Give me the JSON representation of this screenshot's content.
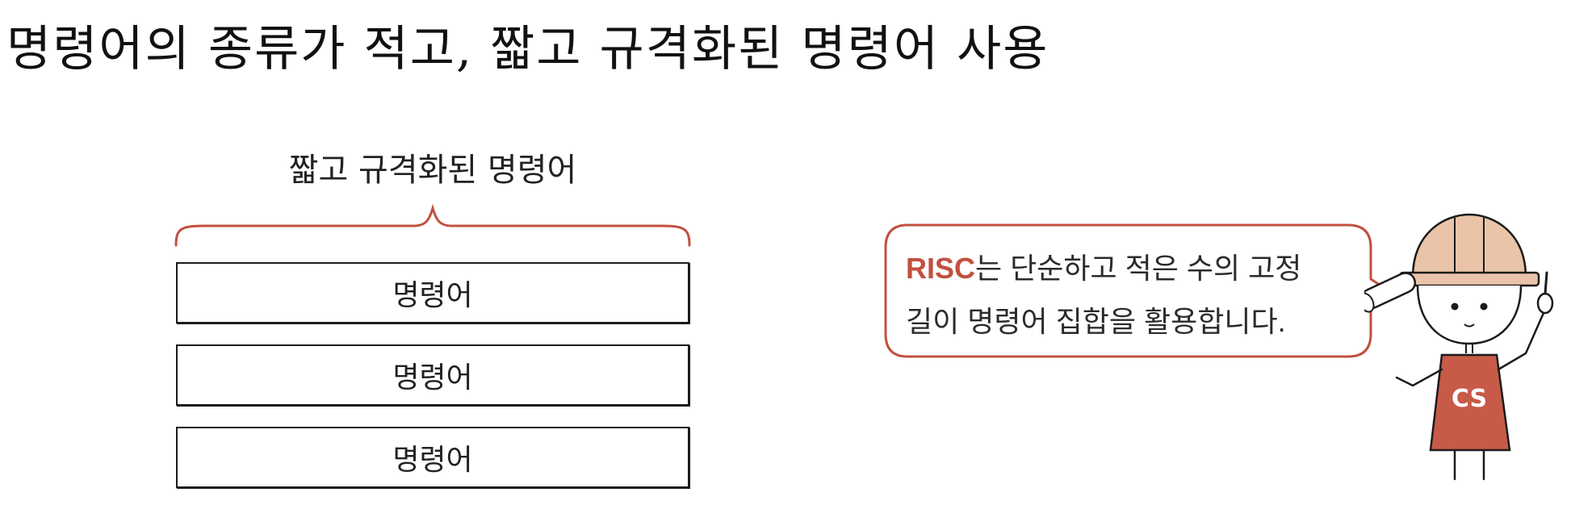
{
  "slide": {
    "title": "명령어의 종류가 적고, 짧고 규격화된 명령어 사용"
  },
  "diagram": {
    "label": "짧고 규격화된 명령어",
    "instructions": [
      "명령어",
      "명령어",
      "명령어"
    ]
  },
  "speech_bubble": {
    "accent_text": "RISC",
    "line1_rest": "는 단순하고 적은 수의 고정",
    "line2": "길이 명령어 집합을 활용합니다."
  },
  "character": {
    "badge": "CS"
  },
  "colors": {
    "accent": "#c25040",
    "bubble_border": "#c25040",
    "helmet": "#e9c4a8",
    "apron": "#c85a48"
  }
}
